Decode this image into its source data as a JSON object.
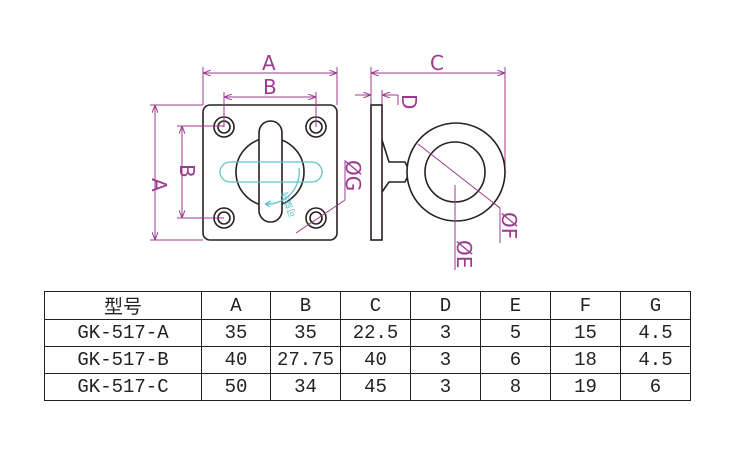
{
  "drawing": {
    "labels": {
      "A_top": "A",
      "B_top": "B",
      "A_side": "A",
      "B_side": "B",
      "C": "C",
      "D": "D",
      "G": "ØG",
      "F": "ØF",
      "E": "ØE",
      "rotate_note": "可旋转"
    },
    "colors": {
      "outline": "#2a2020",
      "dimension": "#9b3a8f",
      "rotation": "#5fc3d0"
    }
  },
  "table": {
    "headers": [
      "型号",
      "A",
      "B",
      "C",
      "D",
      "E",
      "F",
      "G"
    ],
    "rows": [
      [
        "GK-517-A",
        "35",
        "35",
        "22.5",
        "3",
        "5",
        "15",
        "4.5"
      ],
      [
        "GK-517-B",
        "40",
        "27.75",
        "40",
        "3",
        "6",
        "18",
        "4.5"
      ],
      [
        "GK-517-C",
        "50",
        "34",
        "45",
        "3",
        "8",
        "19",
        "6"
      ]
    ]
  }
}
